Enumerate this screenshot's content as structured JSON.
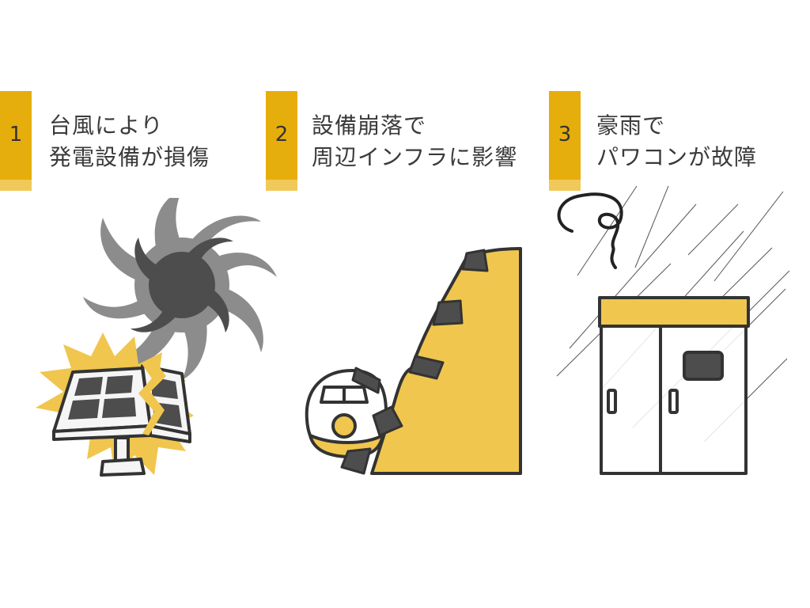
{
  "steps": [
    {
      "number": "1",
      "line1": "台風により",
      "line2": "発電設備が損傷",
      "illustration": "typhoon-damaging-solar-panel"
    },
    {
      "number": "2",
      "line1": "設備崩落で",
      "line2": "周辺インフラに影響",
      "illustration": "landslide-hitting-train"
    },
    {
      "number": "3",
      "line1": "豪雨で",
      "line2": "パワコンが故障",
      "illustration": "power-conditioner-in-heavy-rain"
    }
  ],
  "colors": {
    "accent": "#e6ae0c",
    "accent_light": "#f1c95a",
    "illustration_yellow": "#f0c64e",
    "dark_gray": "#4d4d4d",
    "mid_gray": "#8c8c8c",
    "outline": "#333333",
    "text": "#3a3a3a"
  }
}
